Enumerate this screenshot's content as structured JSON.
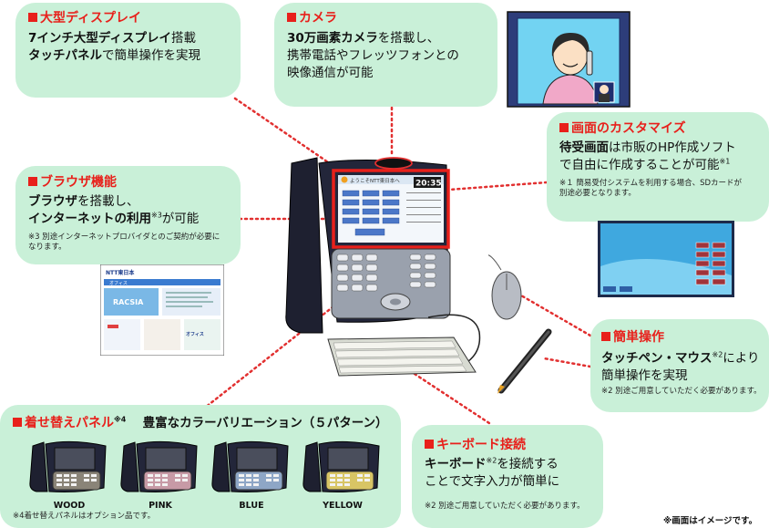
{
  "display": {
    "title": "大型ディスプレイ",
    "line1_bold": "7インチ大型ディスプレイ",
    "line1_rest": "搭載",
    "line2_bold": "タッチパネル",
    "line2_rest": "で簡単操作を実現"
  },
  "camera": {
    "title": "カメラ",
    "line1_bold": "30万画素カメラ",
    "line1_rest": "を搭載し、",
    "line2": "携帯電話やフレッツフォンとの",
    "line3": "映像通信が可能"
  },
  "customize": {
    "title": "画面のカスタマイズ",
    "line1_bold": "待受画面",
    "line1_rest": "は市販のHP作成ソフト",
    "line2": "で自由に作成することが可能",
    "line2_sup": "※1",
    "note": "※１ 簡易受付システムを利用する場合、SDカードが別途必要となります。"
  },
  "browser": {
    "title": "ブラウザ機能",
    "line1_bold": "ブラウザ",
    "line1_rest": "を搭載し、",
    "line2_bold": "インターネットの利用",
    "line2_sup": "※3",
    "line2_rest": "が可能",
    "note": "※3 別途インターネットプロバイダとのご契約が必要になります。"
  },
  "simple": {
    "title": "簡単操作",
    "line1_bold": "タッチペン・マウス",
    "line1_sup": "※2",
    "line1_rest": "により",
    "line2": "簡単操作を実現",
    "note": "※2 別途ご用意していただく必要があります。"
  },
  "keyboard": {
    "title": "キーボード接続",
    "line1_bold": "キーボード",
    "line1_sup": "※2",
    "line1_rest": "を接続する",
    "line2": "ことで文字入力が簡単に",
    "note": "※2 別途ご用意していただく必要があります。"
  },
  "panel": {
    "title": "着せ替えパネル",
    "title_sup": "※4",
    "subtitle": "豊富なカラーバリエーション（５パターン）",
    "variants": [
      {
        "label": "WOOD",
        "color": "#8a8478"
      },
      {
        "label": "PINK",
        "color": "#c79aa6"
      },
      {
        "label": "BLUE",
        "color": "#8ea6c6"
      },
      {
        "label": "YELLOW",
        "color": "#d8c565"
      }
    ],
    "note": "※4着せ替えパネルはオプション品です。"
  },
  "phone_screen": {
    "greeting": "ようこそNTT東日本へ",
    "time": "20:35"
  },
  "browser_screen": {
    "brand": "RACSIA",
    "logo": "NTT東日本",
    "nav1": "オフィス",
    "nav2": "オフィス"
  },
  "footer_note": "※画面はイメージです。",
  "colors": {
    "accent": "#e8201b",
    "bubble": "#c9f0d8",
    "dotted": "#e23030"
  }
}
